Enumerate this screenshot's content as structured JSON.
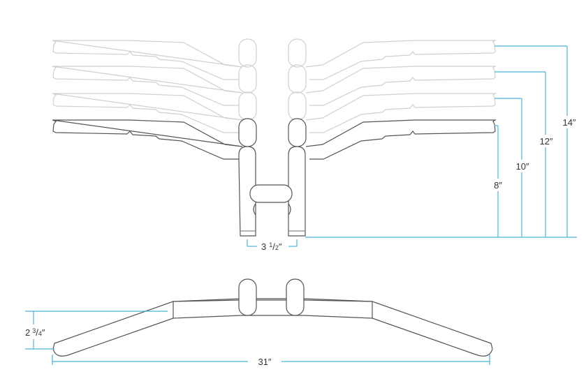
{
  "colors": {
    "dimension_line": "#4bb3d9",
    "outline_dark": "#555555",
    "outline_light": "#cfcfcf",
    "label": "#333333"
  },
  "dimensions": {
    "rise_8": "8″",
    "rise_10": "10″",
    "rise_12": "12″",
    "rise_14": "14″",
    "riser_spacing": {
      "whole": "3",
      "num": "1",
      "den": "2",
      "unit": "″"
    },
    "pullback": {
      "whole": "2",
      "num": "3",
      "den": "4",
      "unit": "″"
    },
    "width": "31″"
  }
}
